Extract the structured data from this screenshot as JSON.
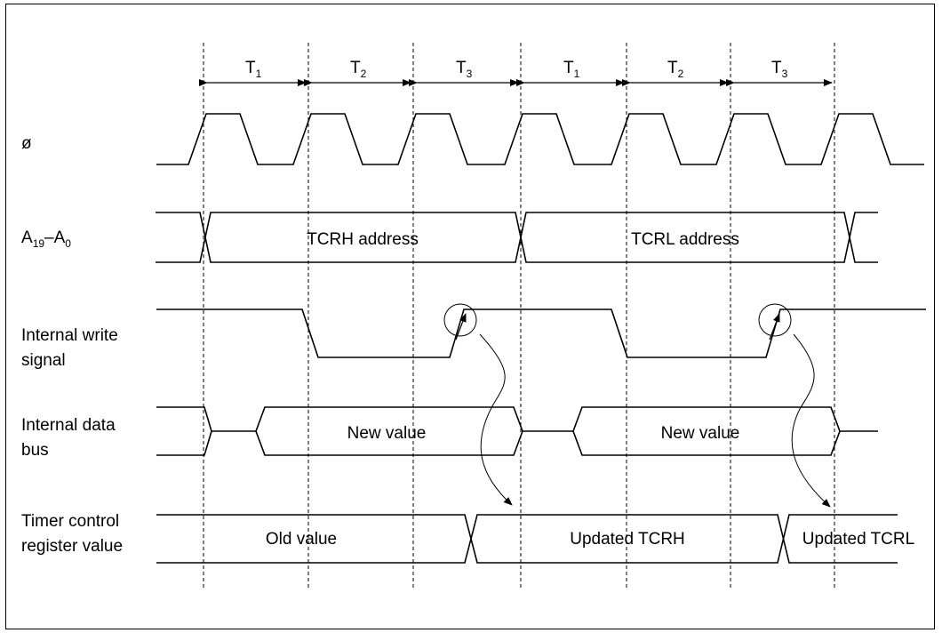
{
  "signals": {
    "clock": "ø",
    "address": {
      "main": "A",
      "sub1": "19",
      "dash": "–A",
      "sub2": "0"
    },
    "write": [
      "Internal write",
      "signal"
    ],
    "databus": [
      "Internal data",
      "bus"
    ],
    "register": [
      "Timer control",
      "register value"
    ]
  },
  "periods": [
    {
      "t": "T",
      "n": "1"
    },
    {
      "t": "T",
      "n": "2"
    },
    {
      "t": "T",
      "n": "3"
    },
    {
      "t": "T",
      "n": "1"
    },
    {
      "t": "T",
      "n": "2"
    },
    {
      "t": "T",
      "n": "3"
    }
  ],
  "bus_values": {
    "tcrh_address": "TCRH address",
    "tcrl_address": "TCRL address",
    "new_value_1": "New value",
    "new_value_2": "New value",
    "old_value": "Old value",
    "updated_tcrh": "Updated TCRH",
    "updated_tcrl": "Updated TCRL"
  }
}
